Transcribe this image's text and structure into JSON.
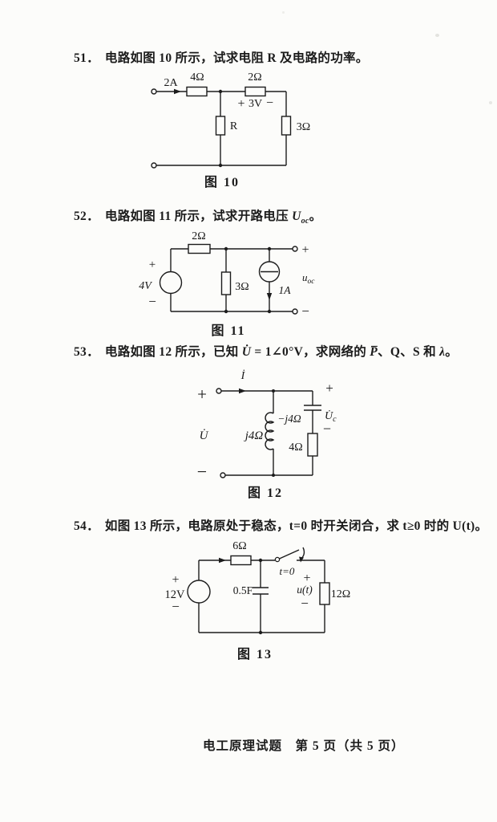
{
  "page": {
    "footer": "电工原理试题　第 5 页（共 5 页）"
  },
  "p51": {
    "num": "51．",
    "text": "电路如图 10 所示，试求电阻 R 及电路的功率。",
    "caption": "图 10",
    "fig": {
      "current": "2A",
      "r1": "4Ω",
      "r2": "2Ω",
      "plus": "+",
      "volt": "3V",
      "minus": "−",
      "runk": "R",
      "r3": "3Ω"
    }
  },
  "p52": {
    "num": "52．",
    "pre": "电路如图 11 所示，试求开路电压 ",
    "usym": "U",
    "usub": "oc",
    "post": "。",
    "caption": "图 11",
    "fig": {
      "r_top": "2Ω",
      "src_plus": "+",
      "src": "4V",
      "src_minus": "−",
      "r_mid": "3Ω",
      "isrc": "1A",
      "out_plus": "+",
      "u": "u",
      "usub": "oc",
      "out_minus": "−"
    }
  },
  "p53": {
    "num": "53．",
    "pre": "电路如图 12 所示，已知 ",
    "udot": "U̇",
    "mid": " = 1∠0°V，求网络的 ",
    "pbar": "P̅",
    "post1": "、Q、S 和 ",
    "lambda": "λ",
    "post2": "。",
    "caption": "图 12",
    "fig": {
      "idot": "İ",
      "plus": "+",
      "u": "U̇",
      "minus": "−",
      "ind": "j4Ω",
      "cap": "−j4Ω",
      "ucp": "+",
      "uc": "U̇",
      "ucsub": "c",
      "ucm": "−",
      "r": "4Ω"
    }
  },
  "p54": {
    "num": "54．",
    "text": "如图 13 所示，电路原处于稳态，t=0 时开关闭合，求 t≥0 时的 U(t)。",
    "caption": "图 13",
    "fig": {
      "r_top": "6Ω",
      "t0": "t=0",
      "plus": "+",
      "src": "12V",
      "minus": "−",
      "cap": "0.5F",
      "utp": "+",
      "ut": "u(t)",
      "utm": "−",
      "r": "12Ω"
    }
  }
}
